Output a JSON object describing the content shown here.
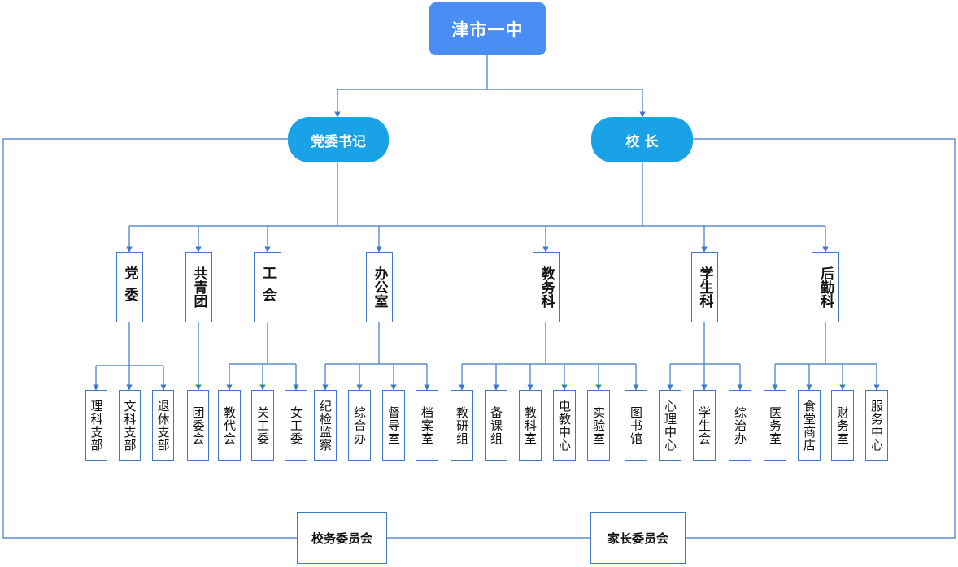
{
  "colors": {
    "line": "#3e78c8",
    "root": "#4a8ef5",
    "pill": "#19a3e6"
  },
  "root": "津市一中",
  "party_secretary": "党委书记",
  "principal": "校 长",
  "departments": [
    {
      "name": "党委",
      "subs": [
        "理科支部",
        "文科支部",
        "退休支部"
      ]
    },
    {
      "name": "共青团",
      "subs": [
        "团委会"
      ]
    },
    {
      "name": "工会",
      "subs": [
        "教代会",
        "关工委",
        "女工委"
      ]
    },
    {
      "name": "办公室",
      "subs": [
        "纪检监察",
        "综合办",
        "督导室",
        "档案室"
      ]
    },
    {
      "name": "教务科",
      "subs": [
        "教研组",
        "备课组",
        "教科室",
        "电教中心",
        "实验室",
        "图书馆"
      ]
    },
    {
      "name": "学生科",
      "subs": [
        "心理中心",
        "学生会",
        "综治办"
      ]
    },
    {
      "name": "后勤科",
      "subs": [
        "医务室",
        "食堂商店",
        "财务室",
        "服务中心"
      ]
    }
  ],
  "committees": [
    "校务委员会",
    "家长委员会"
  ]
}
